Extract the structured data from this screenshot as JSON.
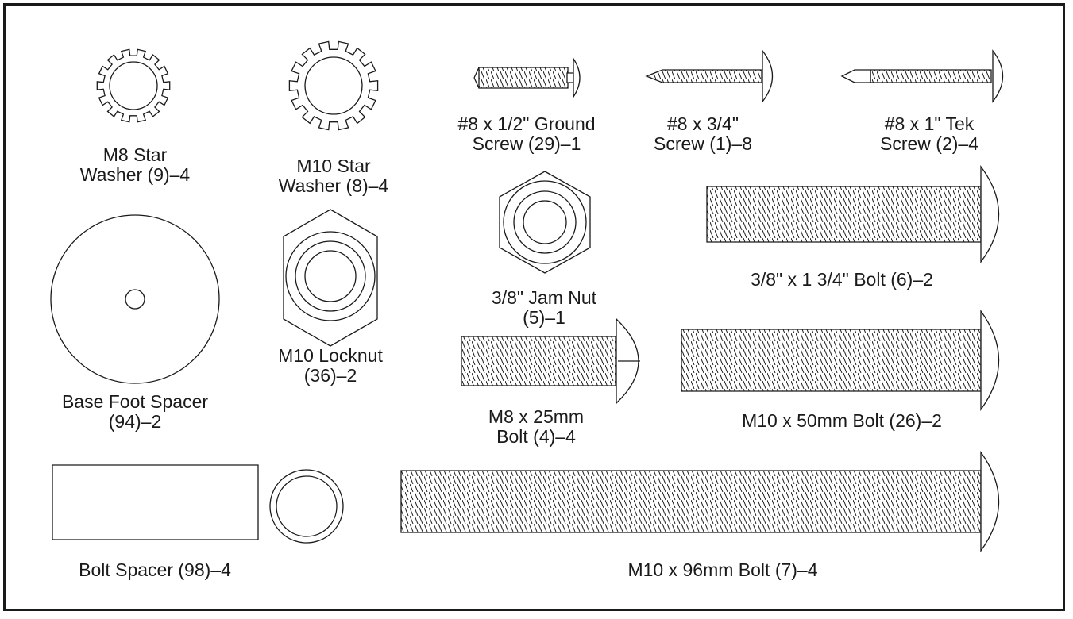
{
  "parts": {
    "m8_star_washer": [
      "M8 Star",
      "Washer (9)–4"
    ],
    "m10_star_washer": [
      "M10 Star",
      "Washer (8)–4"
    ],
    "ground_screw": [
      "#8 x 1/2\" Ground",
      "Screw (29)–1"
    ],
    "screw_3_4": [
      "#8 x 3/4\"",
      "Screw (1)–8"
    ],
    "tek_screw": [
      "#8 x 1\" Tek",
      "Screw (2)–4"
    ],
    "base_foot_spacer": [
      "Base Foot Spacer",
      "(94)–2"
    ],
    "m10_locknut": [
      "M10 Locknut",
      "(36)–2"
    ],
    "jam_nut": [
      "3/8\" Jam Nut",
      "(5)–1"
    ],
    "bolt_3_8": [
      "3/8\" x 1 3/4\" Bolt (6)–2"
    ],
    "m8_bolt": [
      "M8 x 25mm",
      "Bolt (4)–4"
    ],
    "m10_50_bolt": [
      "M10 x 50mm Bolt (26)–2"
    ],
    "bolt_spacer": [
      "Bolt Spacer (98)–4"
    ],
    "m10_96_bolt": [
      "M10 x 96mm Bolt (7)–4"
    ]
  }
}
